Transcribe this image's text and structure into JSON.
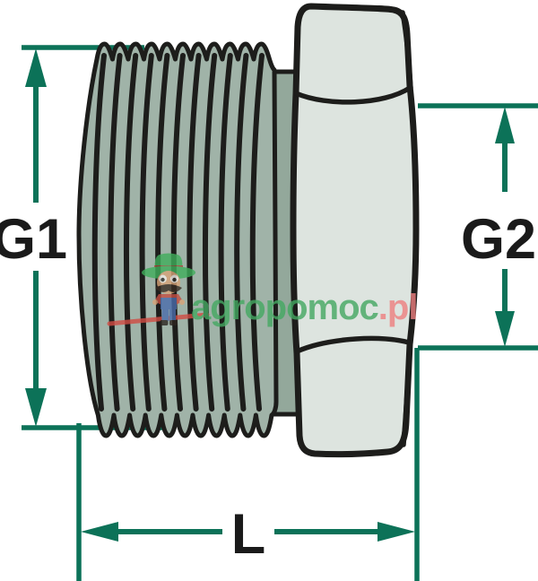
{
  "dimensions": {
    "g1_label": "G1",
    "g2_label": "G2",
    "length_label": "L"
  },
  "watermark": {
    "brand_primary": "agropomoc",
    "brand_suffix": ".pl",
    "mascot_icon": "farmer-mascot-icon"
  },
  "colors": {
    "dimension_line": "#0c7258",
    "label_text": "#1a1a1a",
    "outline": "#1d1d1b",
    "thread_fill": "#a0b3a8",
    "neck_fill": "#93a89b",
    "hex_fill": "#dde4df",
    "watermark_green": "#44a862",
    "watermark_red": "#ee7f7f",
    "swoosh_red": "#d14c44",
    "mascot_hat_green": "#3fae5b",
    "mascot_band_red": "#b23b35",
    "mascot_skin": "#d9a478",
    "mascot_shirt": "#c44e42",
    "mascot_overalls": "#4a6cab",
    "mascot_boots": "#2c2520"
  }
}
